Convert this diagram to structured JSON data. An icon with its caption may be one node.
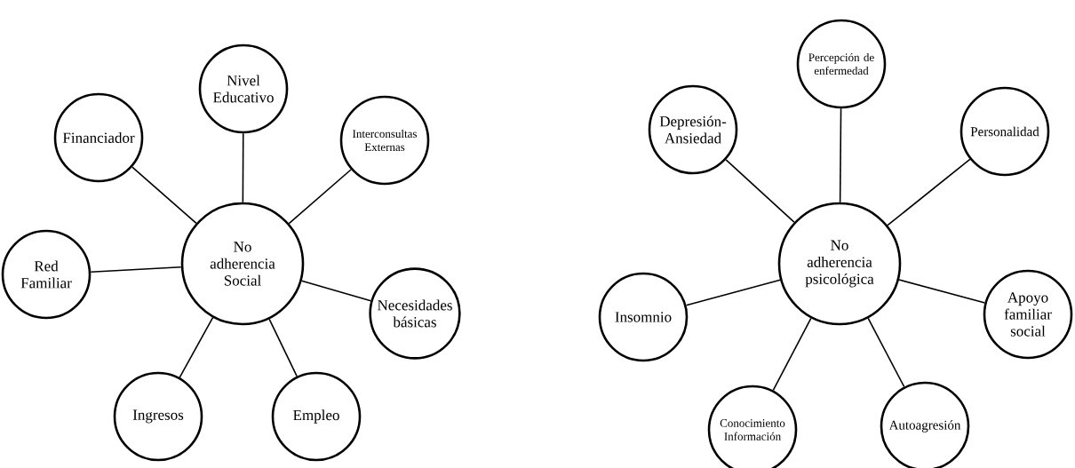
{
  "diagram": {
    "nodes": [
      {
        "text": [
          "No adherencia Social"
        ]
      },
      {
        "text": [
          "Nivel Educativo"
        ]
      },
      {
        "text": [
          "Financiador"
        ]
      },
      {
        "text": [
          "Interconsultas Externas"
        ]
      },
      {
        "text": [
          "Red Familiar"
        ]
      },
      {
        "text": [
          "Necesidades básicas"
        ]
      },
      {
        "text": [
          "Ingresos"
        ]
      },
      {
        "text": [
          "Empleo"
        ]
      },
      {
        "text": [
          "No adherencia psicológica"
        ]
      },
      {
        "text": [
          "Percepción de enfermedad"
        ]
      },
      {
        "text": [
          "Depresión-Ansiedad"
        ]
      },
      {
        "text": [
          "Personalidad"
        ]
      },
      {
        "text": [
          "Insomnio"
        ]
      },
      {
        "text": [
          "Apoyo familiar social"
        ]
      },
      {
        "text": [
          "Conocimiento Información"
        ]
      },
      {
        "text": [
          "Autoagresión"
        ]
      }
    ],
    "edges": [
      {
        "from": 0,
        "to": 1,
        "arrow": "none"
      },
      {
        "from": 0,
        "to": 2,
        "arrow": "none"
      },
      {
        "from": 0,
        "to": 3,
        "arrow": "none"
      },
      {
        "from": 0,
        "to": 4,
        "arrow": "none"
      },
      {
        "from": 0,
        "to": 5,
        "arrow": "none"
      },
      {
        "from": 0,
        "to": 6,
        "arrow": "none"
      },
      {
        "from": 0,
        "to": 7,
        "arrow": "none"
      },
      {
        "from": 8,
        "to": 9,
        "arrow": "none"
      },
      {
        "from": 8,
        "to": 10,
        "arrow": "none"
      },
      {
        "from": 8,
        "to": 11,
        "arrow": "none"
      },
      {
        "from": 8,
        "to": 12,
        "arrow": "none"
      },
      {
        "from": 8,
        "to": 13,
        "arrow": "none"
      },
      {
        "from": 8,
        "to": 14,
        "arrow": "none"
      },
      {
        "from": 8,
        "to": 15,
        "arrow": "none"
      }
    ]
  }
}
